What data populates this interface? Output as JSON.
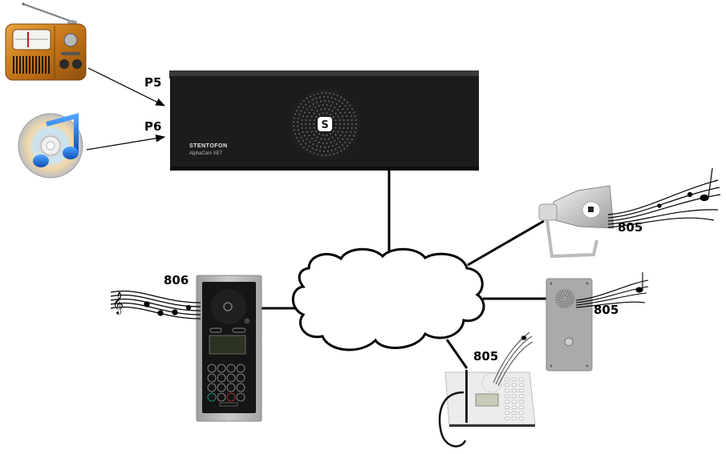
{
  "diagram": {
    "title": "",
    "server": {
      "brand": "STENTOFON",
      "model": "AlphaCom XE7",
      "logo": "S"
    },
    "inputs": [
      {
        "name": "radio",
        "icon": "radio-icon",
        "port_label": "P5"
      },
      {
        "name": "music-player",
        "icon": "itunes-music-cd-icon",
        "port_label": "P6"
      }
    ],
    "network": {
      "icon": "cloud-icon"
    },
    "endpoints": [
      {
        "name": "door-station-keypad",
        "icon": "intercom-keypad-icon",
        "label": "806"
      },
      {
        "name": "horn-speaker",
        "icon": "horn-speaker-icon",
        "label": "805"
      },
      {
        "name": "vandal-resistant-station",
        "icon": "wall-station-icon",
        "label": "805"
      },
      {
        "name": "desk-master-station",
        "icon": "desk-phone-icon",
        "label": "805"
      }
    ],
    "colors": {
      "server_body": "#1c1c1c",
      "radio_wood": "#c97b1a",
      "itunes_blue": "#1f6fd6",
      "panel_silver": "#b9babc",
      "line": "#000000"
    }
  }
}
